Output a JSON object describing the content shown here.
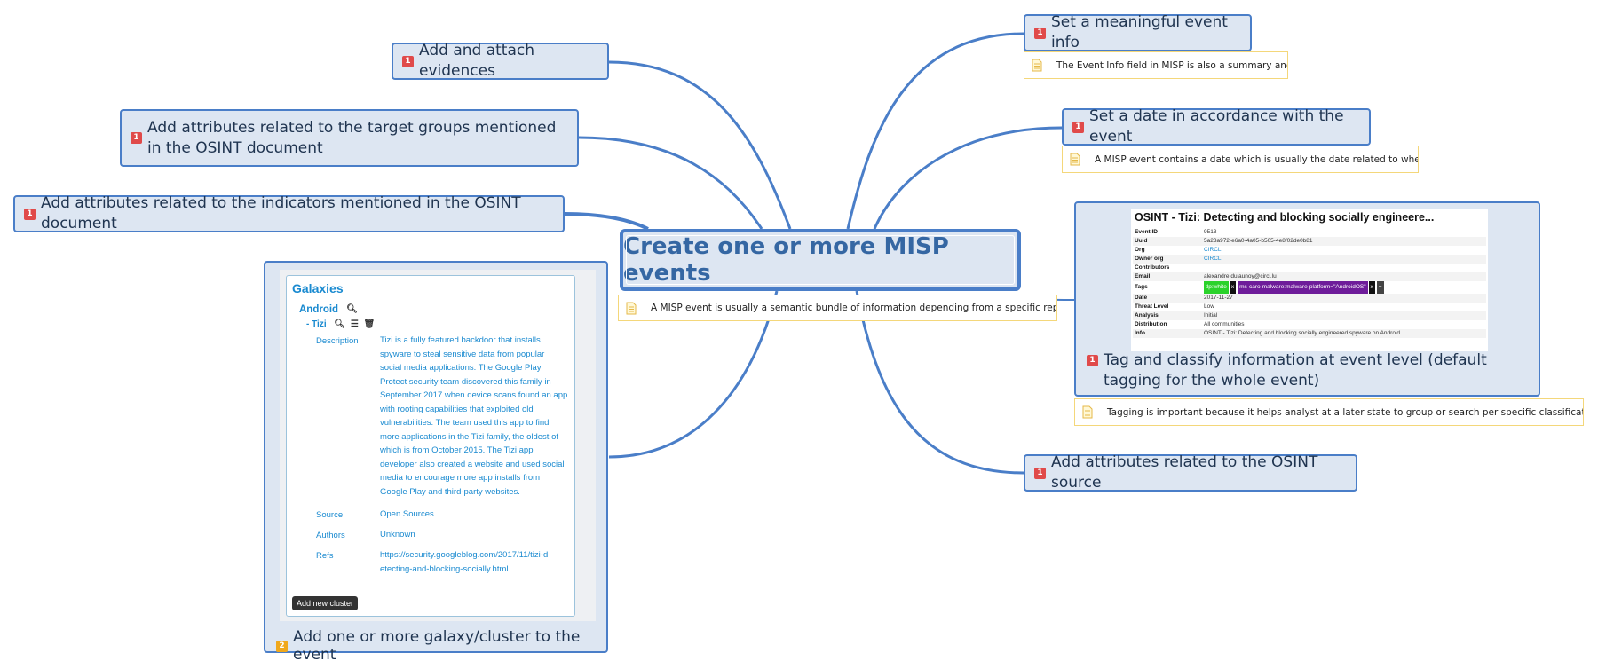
{
  "central": {
    "title": "Create one or more MISP events"
  },
  "central_note": {
    "text": "A MISP event is usually a semantic bundle of information depending from a specific report,..."
  },
  "topics": {
    "evidences": {
      "prio": "1",
      "label": "Add and attach evidences"
    },
    "target_groups": {
      "prio": "1",
      "label": "Add attributes related to the target groups mentioned in the OSINT document"
    },
    "indicators": {
      "prio": "1",
      "label": "Add attributes related to the indicators mentioned in the OSINT document"
    },
    "event_info": {
      "prio": "1",
      "label": "Set a meaningful event info",
      "note": "The Event Info field in MISP is also a summary and..."
    },
    "date": {
      "prio": "1",
      "label": "Set a date in accordance with the event",
      "note": "A MISP event contains a date which is usually the date related to when t..."
    },
    "tag": {
      "prio": "1",
      "label": "Tag and classify information at event level (default tagging for the whole event)",
      "note": "Tagging is important because it helps analyst at a later state to group or search per specific classificati..."
    },
    "osint_source": {
      "prio": "1",
      "label": "Add attributes related to the OSINT source"
    },
    "galaxy": {
      "prio": "2",
      "label": "Add one or more galaxy/cluster to the event"
    }
  },
  "galaxy_panel": {
    "title": "Galaxies",
    "group": "Android",
    "cluster": "- Tizi",
    "description_label": "Description",
    "description": "Tizi is a fully featured backdoor that installs spyware to steal sensitive data from popular social media applications. The Google Play Protect security team discovered this family in September 2017 when device scans found an app with rooting capabilities that exploited old vulnerabilities. The team used this app to find more applications in the Tizi family, the oldest of which is from October 2015. The Tizi app developer also created a website and used social media to encourage more app installs from Google Play and third-party websites.",
    "source_label": "Source",
    "source": "Open Sources",
    "authors_label": "Authors",
    "authors": "Unknown",
    "refs_label": "Refs",
    "refs": "https://security.googleblog.com/2017/11/tizi-detecting-and-blocking-socially.html",
    "button": "Add new cluster"
  },
  "osint_shot": {
    "title": "OSINT - Tizi: Detecting and blocking socially engineere...",
    "rows": [
      {
        "k": "Event ID",
        "v": "9513"
      },
      {
        "k": "Uuid",
        "v": "5a23a972-e6a0-4a05-b505-4e8f02de0b81"
      },
      {
        "k": "Org",
        "v": "CIRCL"
      },
      {
        "k": "Owner org",
        "v": "CIRCL"
      },
      {
        "k": "Contributors",
        "v": ""
      },
      {
        "k": "Email",
        "v": "alexandre.dulaunoy@circl.lu"
      },
      {
        "k": "Tags",
        "v": ""
      },
      {
        "k": "Date",
        "v": "2017-11-27"
      },
      {
        "k": "Threat Level",
        "v": "Low"
      },
      {
        "k": "Analysis",
        "v": "Initial"
      },
      {
        "k": "Distribution",
        "v": "All communities"
      },
      {
        "k": "Info",
        "v": "OSINT - Tizi: Detecting and blocking socially engineered spyware on Android"
      }
    ],
    "tag1": "tlp:white",
    "tag2": "ms-caro-malware:malware-platform=\"AndroidOS\"",
    "tag_x": "x",
    "tag_plus": "+"
  },
  "colors": {
    "branch": "#4a7ec8",
    "topic_bg": "#dde6f2",
    "central_text": "#3567a3",
    "note_border": "#f4d77a",
    "prio1": "#e04a4a",
    "prio2": "#f0a81c"
  }
}
